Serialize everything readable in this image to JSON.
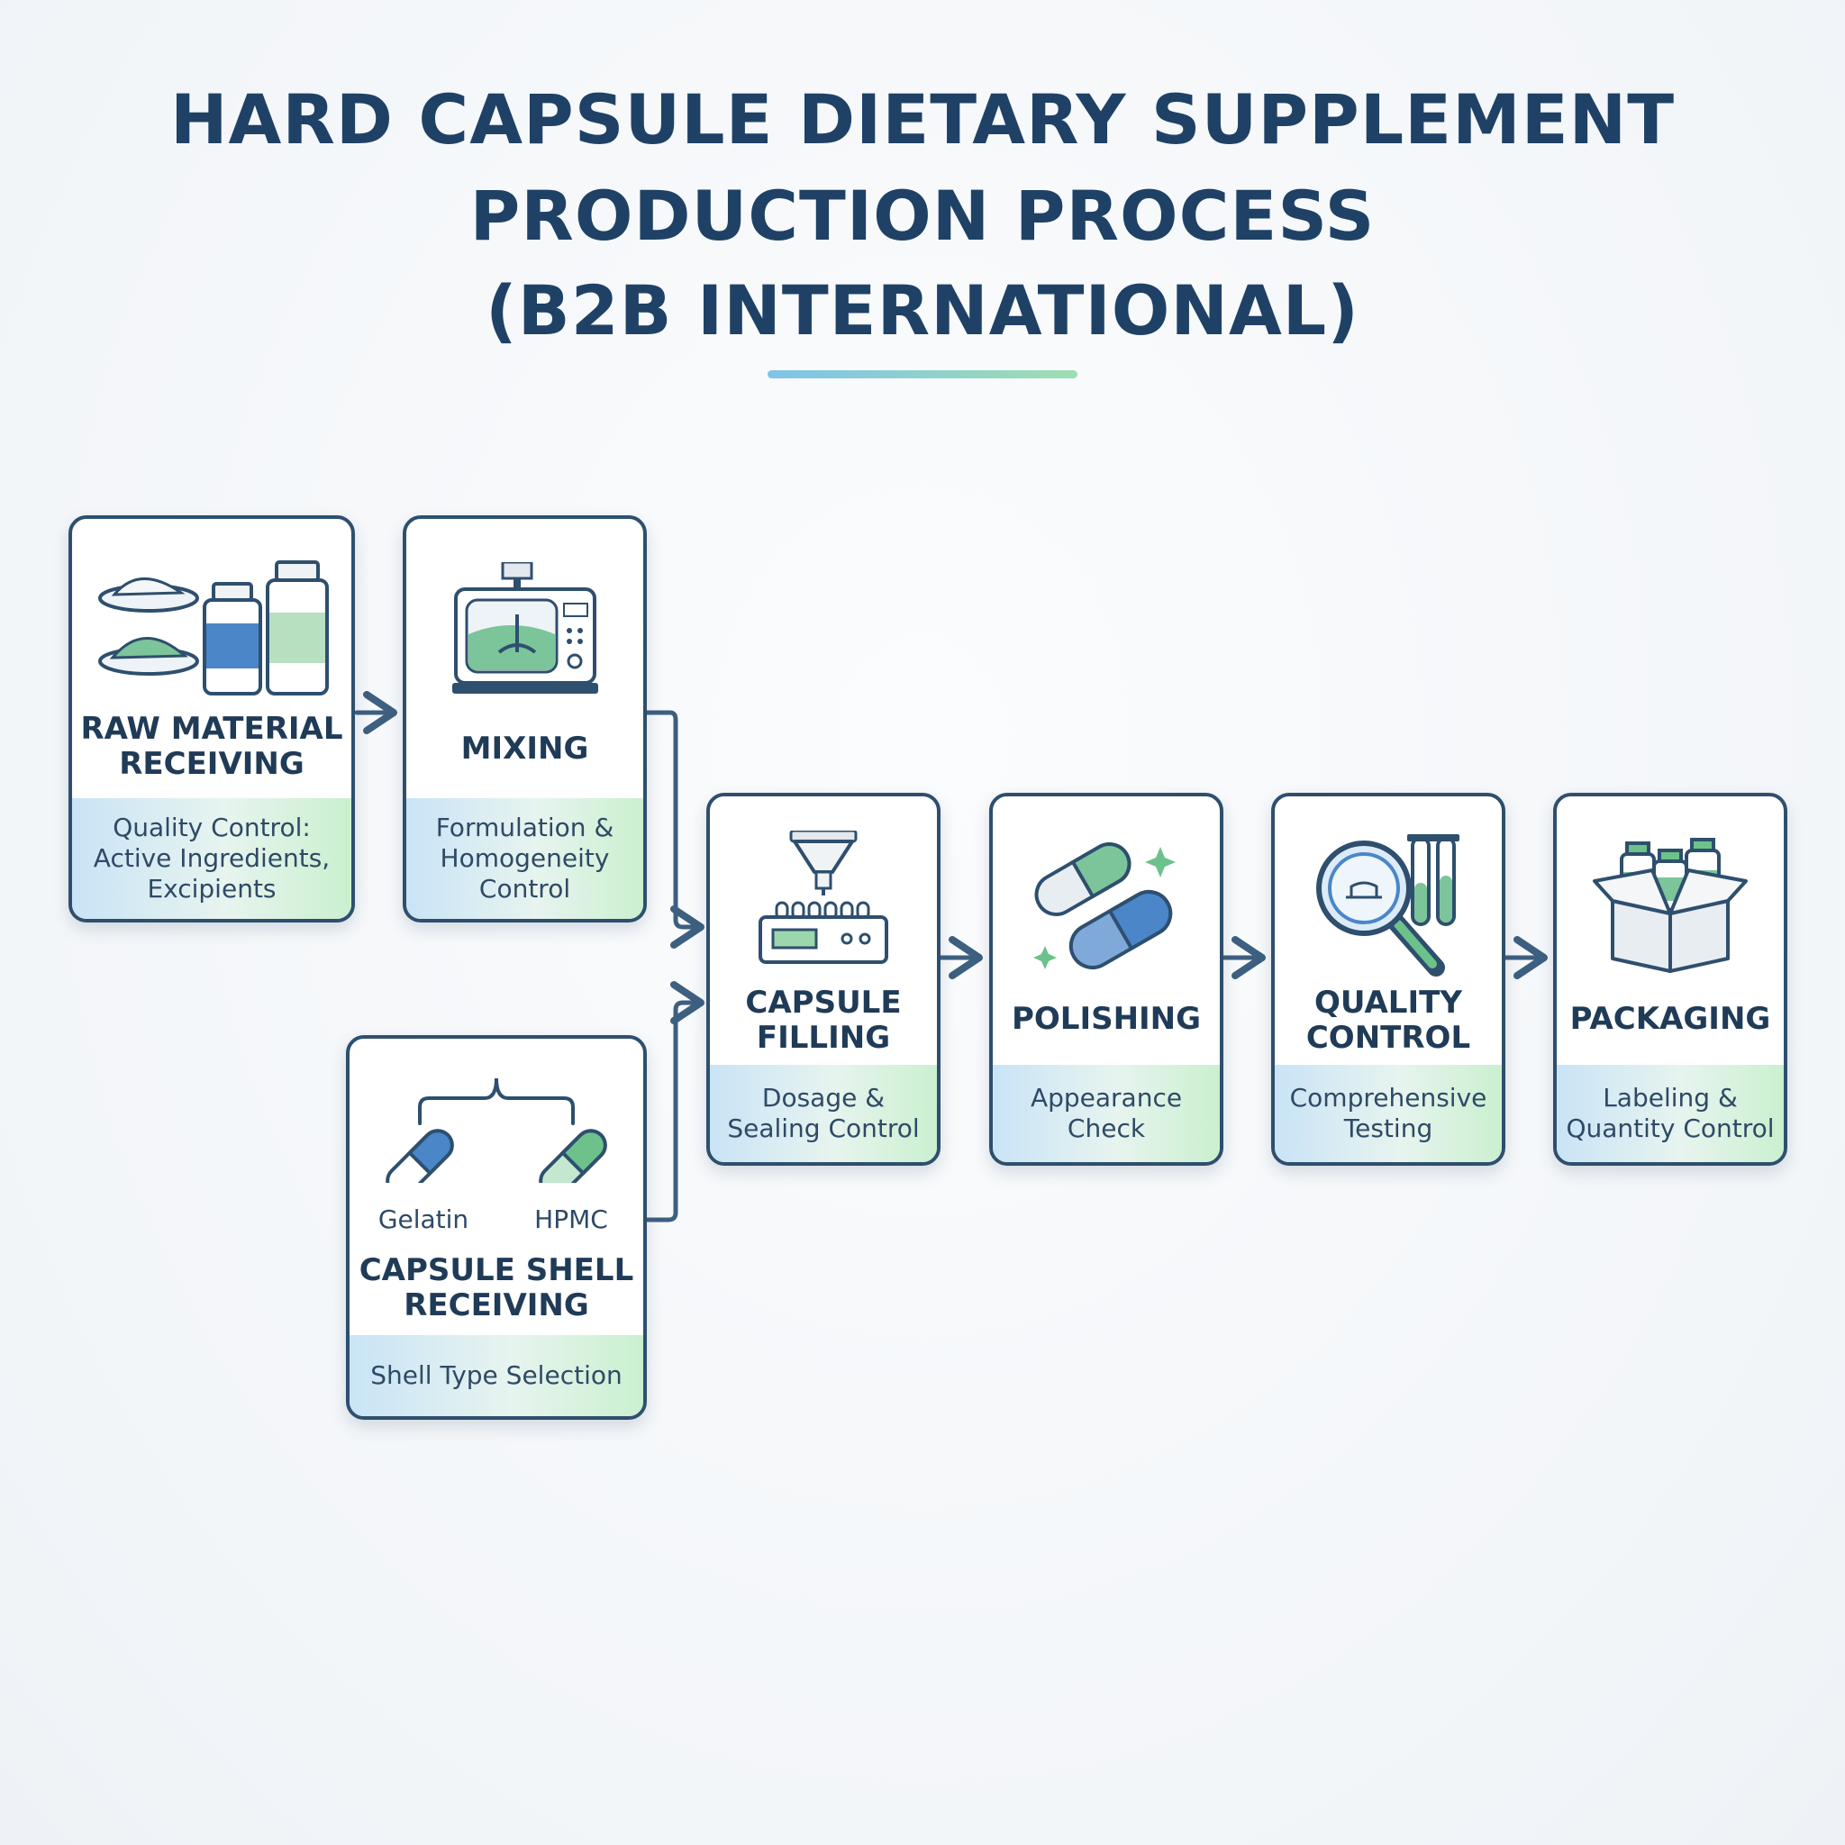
{
  "title": {
    "line1": "HARD CAPSULE DIETARY SUPPLEMENT",
    "line2": "PRODUCTION PROCESS",
    "line3": "(B2B INTERNATIONAL)"
  },
  "steps": {
    "raw_material": {
      "title": "RAW MATERIAL RECEIVING",
      "detail": "Quality Control: Active Ingredients, Excipients",
      "icon": "powder-and-bottles-icon"
    },
    "mixing": {
      "title": "MIXING",
      "detail": "Formulation & Homogeneity Control",
      "icon": "mixer-machine-icon"
    },
    "capsule_shell": {
      "title": "CAPSULE SHELL RECEIVING",
      "detail": "Shell Type Selection",
      "icon": "capsule-shell-types-icon",
      "option_a": "Gelatin",
      "option_b": "HPMC"
    },
    "capsule_filling": {
      "title": "CAPSULE FILLING",
      "detail": "Dosage & Sealing Control",
      "icon": "filling-machine-icon"
    },
    "polishing": {
      "title": "POLISHING",
      "detail": "Appearance Check",
      "icon": "polished-capsules-icon"
    },
    "quality_control": {
      "title": "QUALITY CONTROL",
      "detail": "Comprehensive Testing",
      "icon": "magnifier-test-tubes-icon"
    },
    "packaging": {
      "title": "PACKAGING",
      "detail": "Labeling & Quantity Control",
      "icon": "box-with-bottles-icon"
    }
  },
  "colors": {
    "navy": "#1f4166",
    "card_border": "#2e4f6e",
    "blue_accent": "#4a86c8",
    "green_accent": "#6cc28a"
  }
}
